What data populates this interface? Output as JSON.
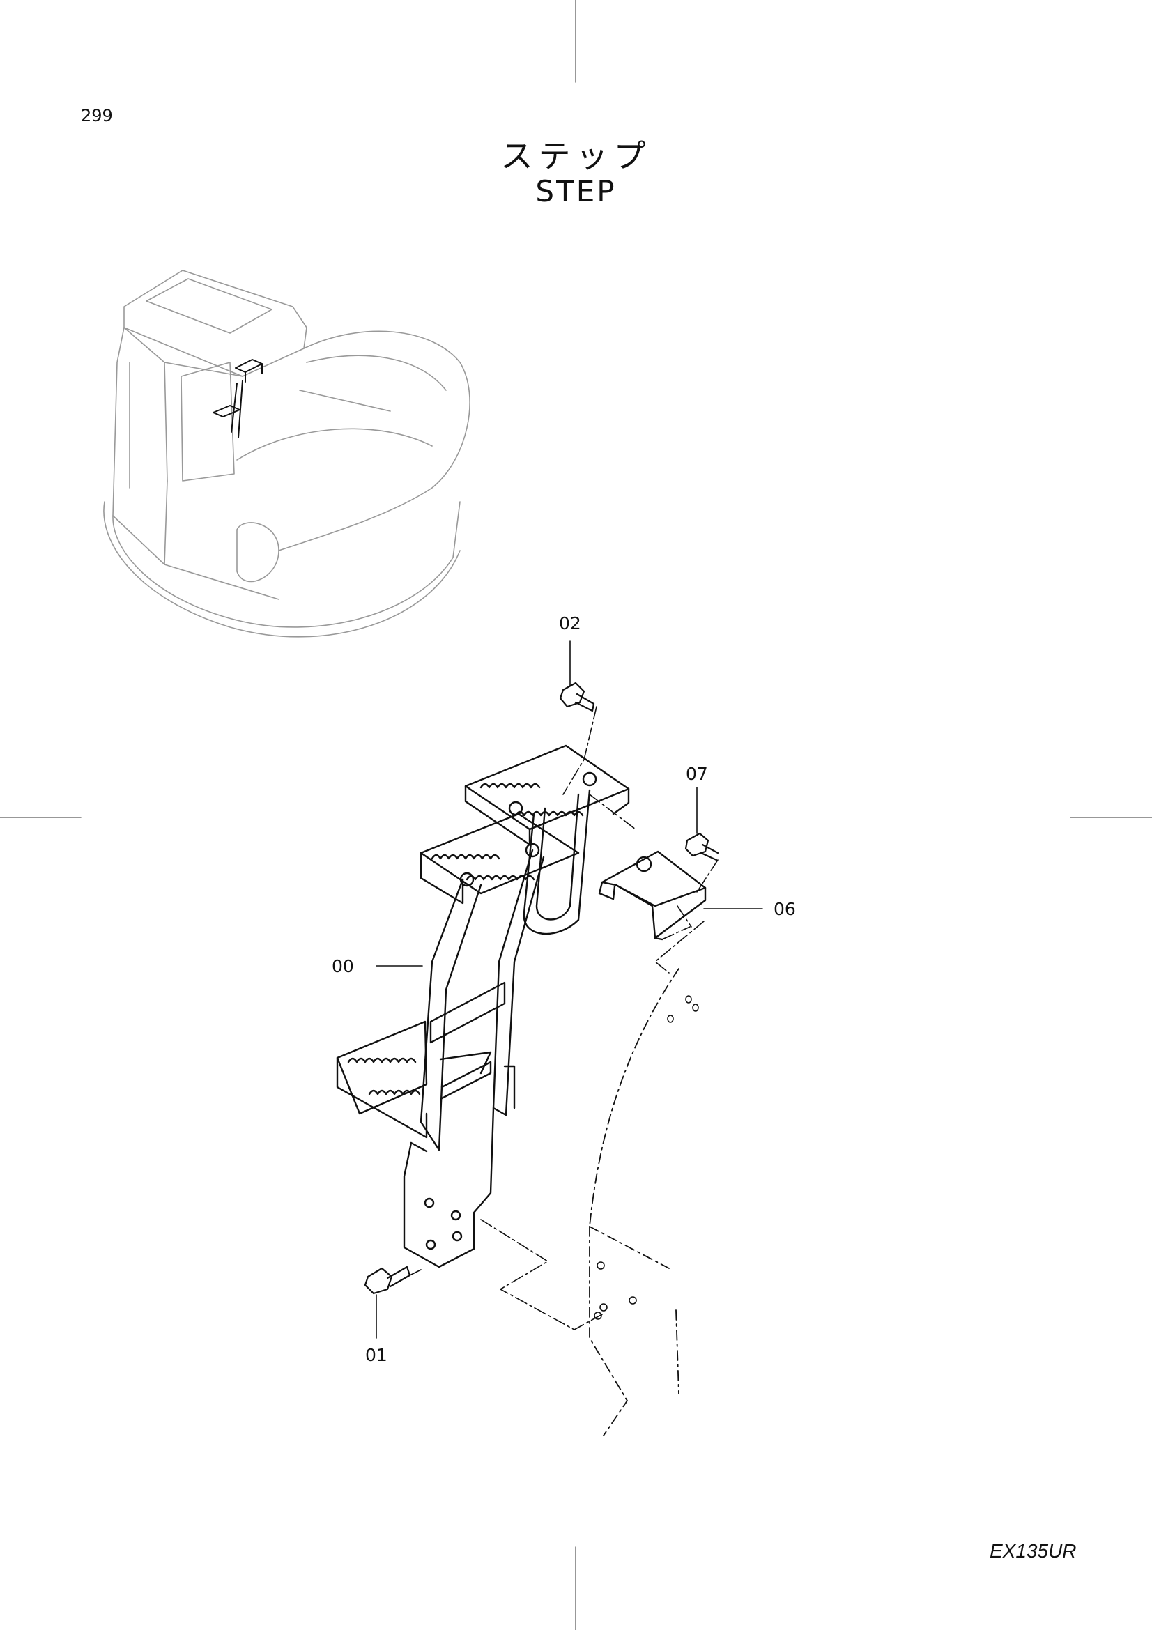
{
  "page_number": "299",
  "title_jp": "ステップ",
  "title_en": "STEP",
  "model": "EX135UR",
  "callouts": {
    "c00": "00",
    "c01": "01",
    "c02": "02",
    "c06": "06",
    "c07": "07"
  },
  "colors": {
    "line": "#111111",
    "background": "#ffffff"
  }
}
